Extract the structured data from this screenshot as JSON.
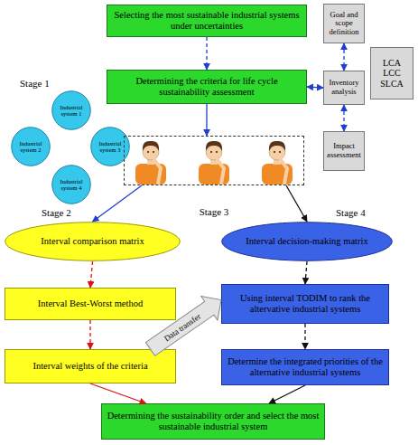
{
  "diagram": {
    "nodes": [
      {
        "text": [
          "Selecting the most sustainable industrial systems under uncertainties"
        ]
      },
      {
        "text": [
          "Goal and scope definition"
        ]
      },
      {
        "text": [
          "Determining the criteria for life cycle sustainability assessment"
        ]
      },
      {
        "text": [
          "LCA LCC SLCA"
        ]
      },
      {
        "text": [
          "Inventory analysis"
        ]
      },
      {
        "text": [
          "Impact assessment"
        ]
      },
      {
        "text": [
          "Industrial system 1"
        ]
      },
      {
        "text": [
          "Industrial system 2"
        ]
      },
      {
        "text": [
          "Industrial system 3"
        ]
      },
      {
        "text": [
          "Industrial system 4"
        ]
      },
      {
        "text": [
          "Stage 3"
        ]
      },
      {
        "text": [
          "Interval comparison matrix"
        ]
      },
      {
        "text": [
          "Interval decision-making matrix"
        ]
      },
      {
        "text": [
          "Interval Best-Worst method"
        ]
      },
      {
        "text": [
          "Using interval TODIM to rank the altervative industrial systems"
        ]
      },
      {
        "text": [
          "Interval weights of the criteria"
        ]
      },
      {
        "text": [
          "Determine the integrated priorities of the alternative industrial systems"
        ]
      },
      {
        "text": [
          "Determining the sustainability order and select the most sustainable industrial system"
        ]
      }
    ],
    "edges": [
      {
        "from": 0,
        "to": 2,
        "arrow": "to"
      },
      {
        "from": 4,
        "to": 2,
        "arrow": "both"
      },
      {
        "from": 1,
        "to": 4,
        "arrow": "both"
      },
      {
        "from": 4,
        "to": 5,
        "arrow": "both"
      },
      {
        "from": 2,
        "to": 10,
        "arrow": "to"
      },
      {
        "from": 10,
        "to": 11,
        "arrow": "to"
      },
      {
        "from": 10,
        "to": 12,
        "arrow": "to"
      },
      {
        "from": 11,
        "to": 13,
        "arrow": "to"
      },
      {
        "from": 13,
        "to": 15,
        "arrow": "to"
      },
      {
        "from": 15,
        "to": 17,
        "arrow": "to"
      },
      {
        "from": 12,
        "to": 14,
        "arrow": "to"
      },
      {
        "from": 14,
        "to": 16,
        "arrow": "to"
      },
      {
        "from": 16,
        "to": 17,
        "arrow": "to"
      },
      {
        "from": 15,
        "to": 14,
        "label": "Data transfer",
        "arrow": "to"
      }
    ],
    "labels": [
      "Stage 1",
      "Stage 2",
      "Stage 4"
    ]
  }
}
